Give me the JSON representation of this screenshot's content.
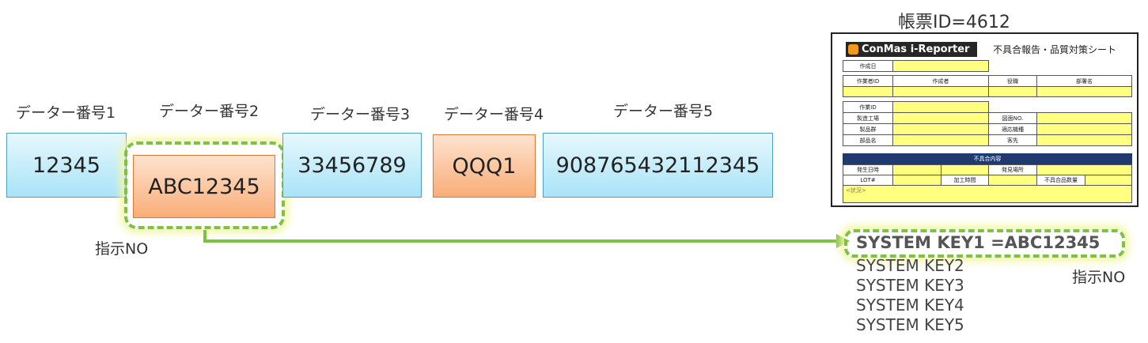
{
  "diagram": {
    "form_id_label": "帳票ID=4612",
    "data_fields": [
      {
        "label": "データー番号1",
        "value": "12345",
        "kind": "normal"
      },
      {
        "label": "データー番号2",
        "value": "ABC12345",
        "kind": "selected"
      },
      {
        "label": "データー番号3",
        "value": "33456789",
        "kind": "normal"
      },
      {
        "label": "データー番号4",
        "value": "QQQ1",
        "kind": "highlight"
      },
      {
        "label": "データー番号5",
        "value": "908765432112345",
        "kind": "normal"
      }
    ],
    "selected_caption": "指示NO",
    "system_keys": {
      "key1": "SYSTEM KEY1 =ABC12345",
      "key2": "SYSTEM KEY2",
      "key3": "SYSTEM KEY3",
      "key4": "SYSTEM KEY4",
      "key5": "SYSTEM KEY5",
      "key1_caption": "指示NO"
    },
    "colors": {
      "arrow": "#7dc242",
      "normal_box": "#a9e3f7",
      "highlight_box": "#f9ad78",
      "form_section_header": "#1f3a6e",
      "form_input": "#ffff80"
    }
  },
  "form": {
    "logo_text": "ConMas i-Reporter",
    "title": "不具合報告・品質対策シート",
    "created_date": "作成日",
    "worker_id": "作業者ID",
    "author": "作成者",
    "position": "役職",
    "department": "部署名",
    "job_id": "作業ID",
    "factory": "製造工場",
    "drawing_no": "図面NO.",
    "product_group": "製品群",
    "machine": "適応機種",
    "part_name": "部品名",
    "customer": "客先",
    "defect_section": "不具合内容",
    "occurred": "発生日時",
    "found_place": "発見場所",
    "lot": "LOT#",
    "process_time": "加工時間",
    "defect_qty": "不具合品数量",
    "status": "<状況>"
  }
}
